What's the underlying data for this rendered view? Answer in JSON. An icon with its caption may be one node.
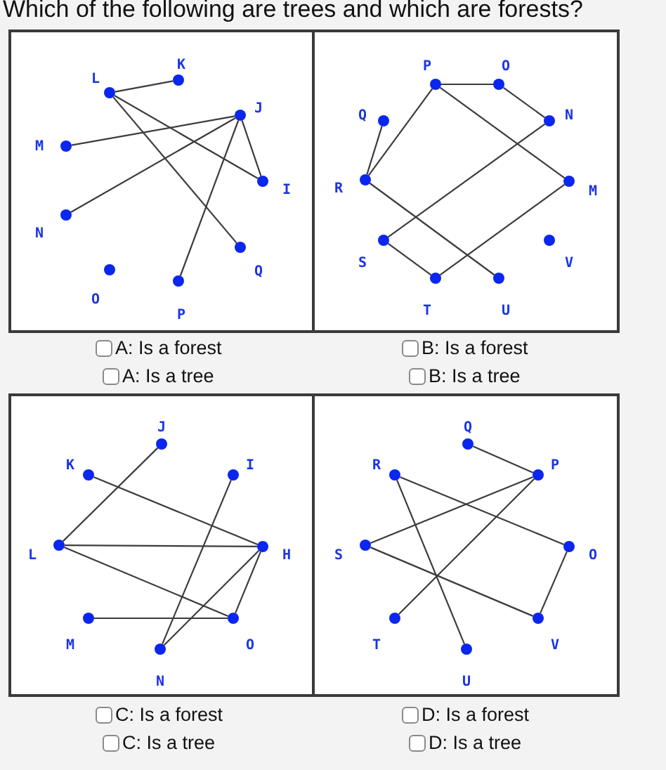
{
  "diagram": {
    "title": "Which of the following are trees and which are forests?",
    "nodes": [
      {
        "text": [],
        "shape": "box"
      },
      {
        "text": [],
        "shape": "circle",
        "in": 0,
        "beside": [
          "K"
        ]
      },
      {
        "text": [],
        "shape": "circle",
        "in": 0,
        "beside": [
          "L"
        ]
      },
      {
        "text": [],
        "shape": "circle",
        "in": 0,
        "beside": [
          "J"
        ]
      },
      {
        "text": [],
        "shape": "circle",
        "in": 0,
        "beside": [
          "M"
        ]
      },
      {
        "text": [],
        "shape": "circle",
        "in": 0,
        "beside": [
          "I"
        ]
      },
      {
        "text": [],
        "shape": "circle",
        "in": 0,
        "beside": [
          "N"
        ]
      },
      {
        "text": [],
        "shape": "circle",
        "in": 0,
        "beside": [
          "Q"
        ]
      },
      {
        "text": [],
        "shape": "circle",
        "in": 0,
        "beside": [
          "O"
        ]
      },
      {
        "text": [],
        "shape": "circle",
        "in": 0,
        "beside": [
          "P"
        ]
      },
      {
        "text": [],
        "shape": "box"
      },
      {
        "text": [],
        "shape": "circle",
        "in": 10,
        "beside": [
          "P"
        ]
      },
      {
        "text": [],
        "shape": "circle",
        "in": 10,
        "beside": [
          "O"
        ]
      },
      {
        "text": [],
        "shape": "circle",
        "in": 10,
        "beside": [
          "Q"
        ]
      },
      {
        "text": [],
        "shape": "circle",
        "in": 10,
        "beside": [
          "N"
        ]
      },
      {
        "text": [],
        "shape": "circle",
        "in": 10,
        "beside": [
          "R"
        ]
      },
      {
        "text": [],
        "shape": "circle",
        "in": 10,
        "beside": [
          "M"
        ]
      },
      {
        "text": [],
        "shape": "circle",
        "in": 10,
        "beside": [
          "S"
        ]
      },
      {
        "text": [],
        "shape": "circle",
        "in": 10,
        "beside": [
          "V"
        ]
      },
      {
        "text": [],
        "shape": "circle",
        "in": 10,
        "beside": [
          "T"
        ]
      },
      {
        "text": [],
        "shape": "circle",
        "in": 10,
        "beside": [
          "U"
        ]
      },
      {
        "text": [],
        "shape": "box"
      },
      {
        "text": [],
        "shape": "circle",
        "in": 21,
        "beside": [
          "J"
        ]
      },
      {
        "text": [],
        "shape": "circle",
        "in": 21,
        "beside": [
          "K"
        ]
      },
      {
        "text": [],
        "shape": "circle",
        "in": 21,
        "beside": [
          "I"
        ]
      },
      {
        "text": [],
        "shape": "circle",
        "in": 21,
        "beside": [
          "L"
        ]
      },
      {
        "text": [],
        "shape": "circle",
        "in": 21,
        "beside": [
          "H"
        ]
      },
      {
        "text": [],
        "shape": "circle",
        "in": 21,
        "beside": [
          "M"
        ]
      },
      {
        "text": [],
        "shape": "circle",
        "in": 21,
        "beside": [
          "O"
        ]
      },
      {
        "text": [],
        "shape": "circle",
        "in": 21,
        "beside": [
          "N"
        ]
      },
      {
        "text": [],
        "shape": "box"
      },
      {
        "text": [],
        "shape": "circle",
        "in": 30,
        "beside": [
          "Q"
        ]
      },
      {
        "text": [],
        "shape": "circle",
        "in": 30,
        "beside": [
          "R"
        ]
      },
      {
        "text": [],
        "shape": "circle",
        "in": 30,
        "beside": [
          "P"
        ]
      },
      {
        "text": [],
        "shape": "circle",
        "in": 30,
        "beside": [
          "S"
        ]
      },
      {
        "text": [],
        "shape": "circle",
        "in": 30,
        "beside": [
          "O"
        ]
      },
      {
        "text": [],
        "shape": "circle",
        "in": 30,
        "beside": [
          "T"
        ]
      },
      {
        "text": [],
        "shape": "circle",
        "in": 30,
        "beside": [
          "V"
        ]
      },
      {
        "text": [],
        "shape": "circle",
        "in": 30,
        "beside": [
          "U"
        ]
      }
    ],
    "edges": [
      {
        "from": 2,
        "to": 1,
        "arrow": "none"
      },
      {
        "from": 2,
        "to": 5,
        "arrow": "none"
      },
      {
        "from": 2,
        "to": 7,
        "arrow": "none"
      },
      {
        "from": 3,
        "to": 4,
        "arrow": "none"
      },
      {
        "from": 3,
        "to": 6,
        "arrow": "none"
      },
      {
        "from": 3,
        "to": 5,
        "arrow": "none"
      },
      {
        "from": 3,
        "to": 9,
        "arrow": "none"
      },
      {
        "from": 11,
        "to": 12,
        "arrow": "none"
      },
      {
        "from": 12,
        "to": 14,
        "arrow": "none"
      },
      {
        "from": 11,
        "to": 15,
        "arrow": "none"
      },
      {
        "from": 13,
        "to": 15,
        "arrow": "none"
      },
      {
        "from": 11,
        "to": 16,
        "arrow": "none"
      },
      {
        "from": 14,
        "to": 17,
        "arrow": "none"
      },
      {
        "from": 15,
        "to": 20,
        "arrow": "none"
      },
      {
        "from": 17,
        "to": 19,
        "arrow": "none"
      },
      {
        "from": 19,
        "to": 16,
        "arrow": "none"
      },
      {
        "from": 22,
        "to": 25,
        "arrow": "none"
      },
      {
        "from": 23,
        "to": 26,
        "arrow": "none"
      },
      {
        "from": 25,
        "to": 26,
        "arrow": "none"
      },
      {
        "from": 25,
        "to": 28,
        "arrow": "none"
      },
      {
        "from": 27,
        "to": 28,
        "arrow": "none"
      },
      {
        "from": 24,
        "to": 29,
        "arrow": "none"
      },
      {
        "from": 29,
        "to": 26,
        "arrow": "none"
      },
      {
        "from": 26,
        "to": 28,
        "arrow": "none"
      },
      {
        "from": 31,
        "to": 33,
        "arrow": "none"
      },
      {
        "from": 32,
        "to": 35,
        "arrow": "none"
      },
      {
        "from": 32,
        "to": 38,
        "arrow": "none"
      },
      {
        "from": 33,
        "to": 34,
        "arrow": "none"
      },
      {
        "from": 33,
        "to": 36,
        "arrow": "none"
      },
      {
        "from": 34,
        "to": 37,
        "arrow": "none"
      },
      {
        "from": 35,
        "to": 37,
        "arrow": "none"
      }
    ],
    "labels": [
      "A: Is a forest",
      "B: Is a forest",
      "A: Is a tree",
      "B: Is a tree",
      "C: Is a forest",
      "D: Is a forest",
      "C: Is a tree",
      "D: Is a tree"
    ]
  }
}
